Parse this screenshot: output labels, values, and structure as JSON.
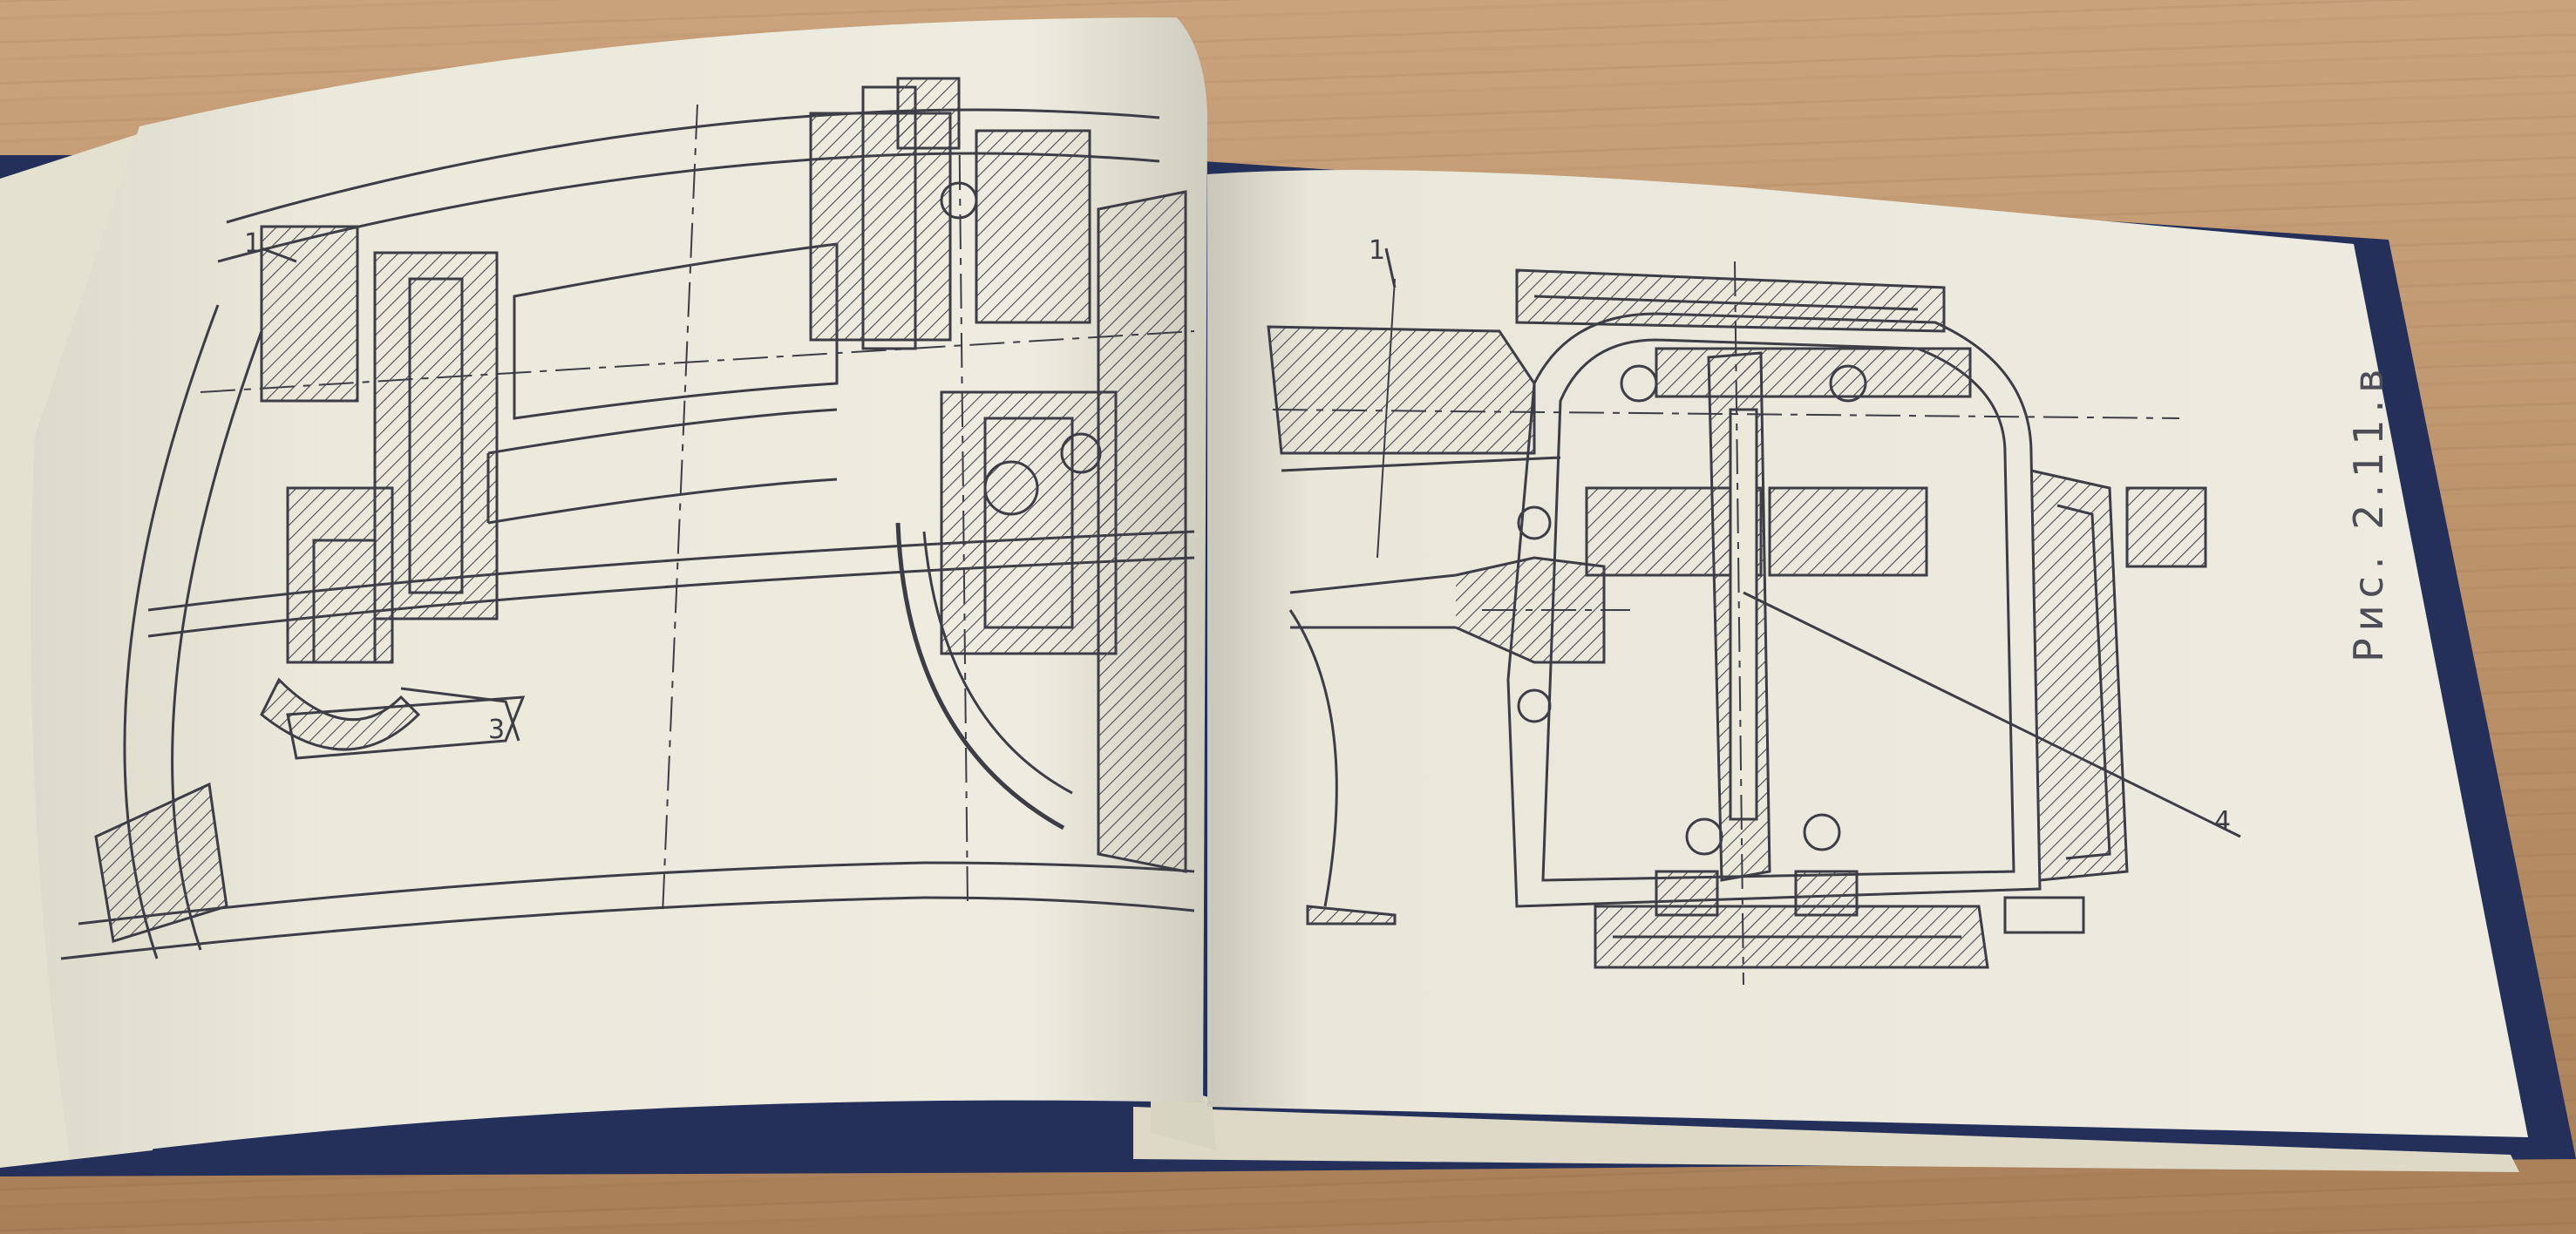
{
  "photo": {
    "caption": "Рис. 2.11.в",
    "callouts": [
      "1",
      "3",
      "1",
      "4"
    ],
    "colors": {
      "table": "#b98f66",
      "page": "#ece9db",
      "cover": "#24305a",
      "ink": "#3d3d45"
    }
  }
}
